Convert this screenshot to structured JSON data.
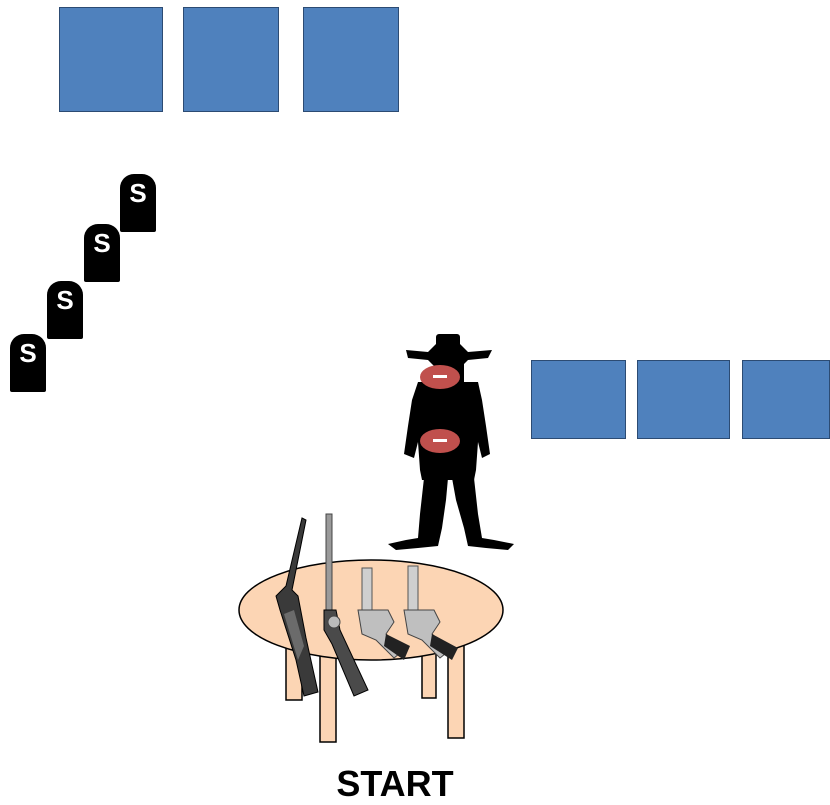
{
  "start_label": "START",
  "tombstones": [
    {
      "letter": "S"
    },
    {
      "letter": "S"
    },
    {
      "letter": "S"
    },
    {
      "letter": "S"
    }
  ],
  "colors": {
    "slot": "#4f81bd",
    "slot_border": "#2c4b73",
    "target": "#c0504d",
    "table_top": "#fcd5b4",
    "silhouette": "#000000"
  },
  "icons": {
    "outlaw": "cowboy-silhouette-icon",
    "tombstone": "tombstone-icon",
    "weapons": [
      "shotgun-icon",
      "rifle-icon",
      "revolver-icon",
      "revolver-icon"
    ]
  }
}
